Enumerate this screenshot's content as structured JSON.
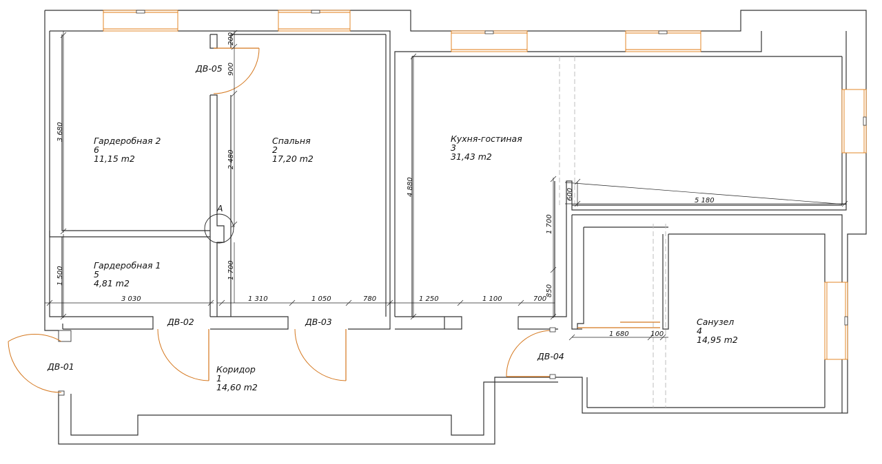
{
  "rooms": [
    {
      "id": "wardrobe2",
      "name": "Гардеробная 2",
      "number": "6",
      "area": "11,15 m2"
    },
    {
      "id": "bedroom",
      "name": "Спальня",
      "number": "2",
      "area": "17,20 m2"
    },
    {
      "id": "kitchen",
      "name": "Кухня-гостиная",
      "number": "3",
      "area": "31,43 m2"
    },
    {
      "id": "wardrobe1",
      "name": "Гардеробная 1",
      "number": "5",
      "area": "4,81 m2"
    },
    {
      "id": "corridor",
      "name": "Коридор",
      "number": "1",
      "area": "14,60 m2"
    },
    {
      "id": "bathroom",
      "name": "Санузел",
      "number": "4",
      "area": "14,95 m2"
    }
  ],
  "doors": {
    "d01": "ДВ-01",
    "d02": "ДВ-02",
    "d03": "ДВ-03",
    "d04": "ДВ-04",
    "d05": "ДВ-05"
  },
  "marker": "A",
  "dimensions": {
    "d200": "200",
    "d900": "900",
    "d3680": "3 680",
    "d2480": "2 480",
    "d4880": "4 880",
    "d600": "600",
    "d5180": "5 180",
    "d1700a": "1 700",
    "d1500": "1 500",
    "d1700b": "1 700",
    "d3030": "3 030",
    "d1310": "1 310",
    "d1050": "1 050",
    "d780": "780",
    "d1250": "1 250",
    "d1100": "1 100",
    "d700": "700",
    "d850": "850",
    "d1680": "1 680",
    "d100": "100"
  }
}
